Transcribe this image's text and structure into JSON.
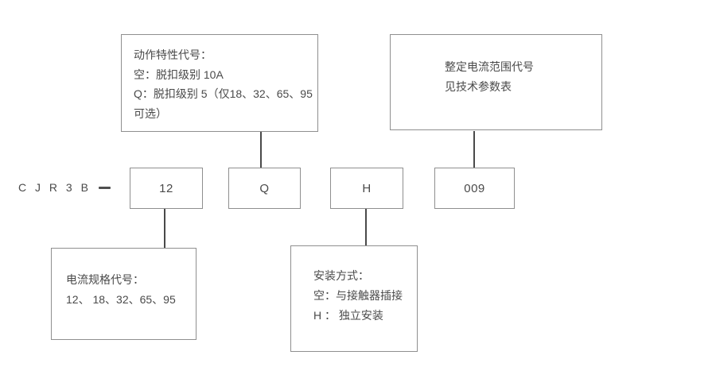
{
  "model": {
    "prefix": "C J R 3 B",
    "codes": {
      "current_spec": "12",
      "trip_class": "Q",
      "mounting": "H",
      "setting_range": "009"
    }
  },
  "callouts": {
    "trip_class": {
      "lines": [
        "动作特性代号：",
        "空：脱扣级别 10A",
        "Q：脱扣级别 5（仅18、32、65、95",
        "可选）"
      ]
    },
    "setting_range": {
      "lines": [
        "整定电流范围代号",
        "见技术参数表"
      ]
    },
    "current_spec": {
      "lines": [
        "电流规格代号：",
        "12、 18、32、65、95"
      ]
    },
    "mounting": {
      "lines": [
        "安装方式：",
        "空：与接触器插接",
        "H ： 独立安装"
      ]
    }
  },
  "colors": {
    "background": "#ffffff",
    "box_border": "#8f8f8f",
    "text": "#4a4a4a",
    "connector": "#4a4a4a"
  }
}
